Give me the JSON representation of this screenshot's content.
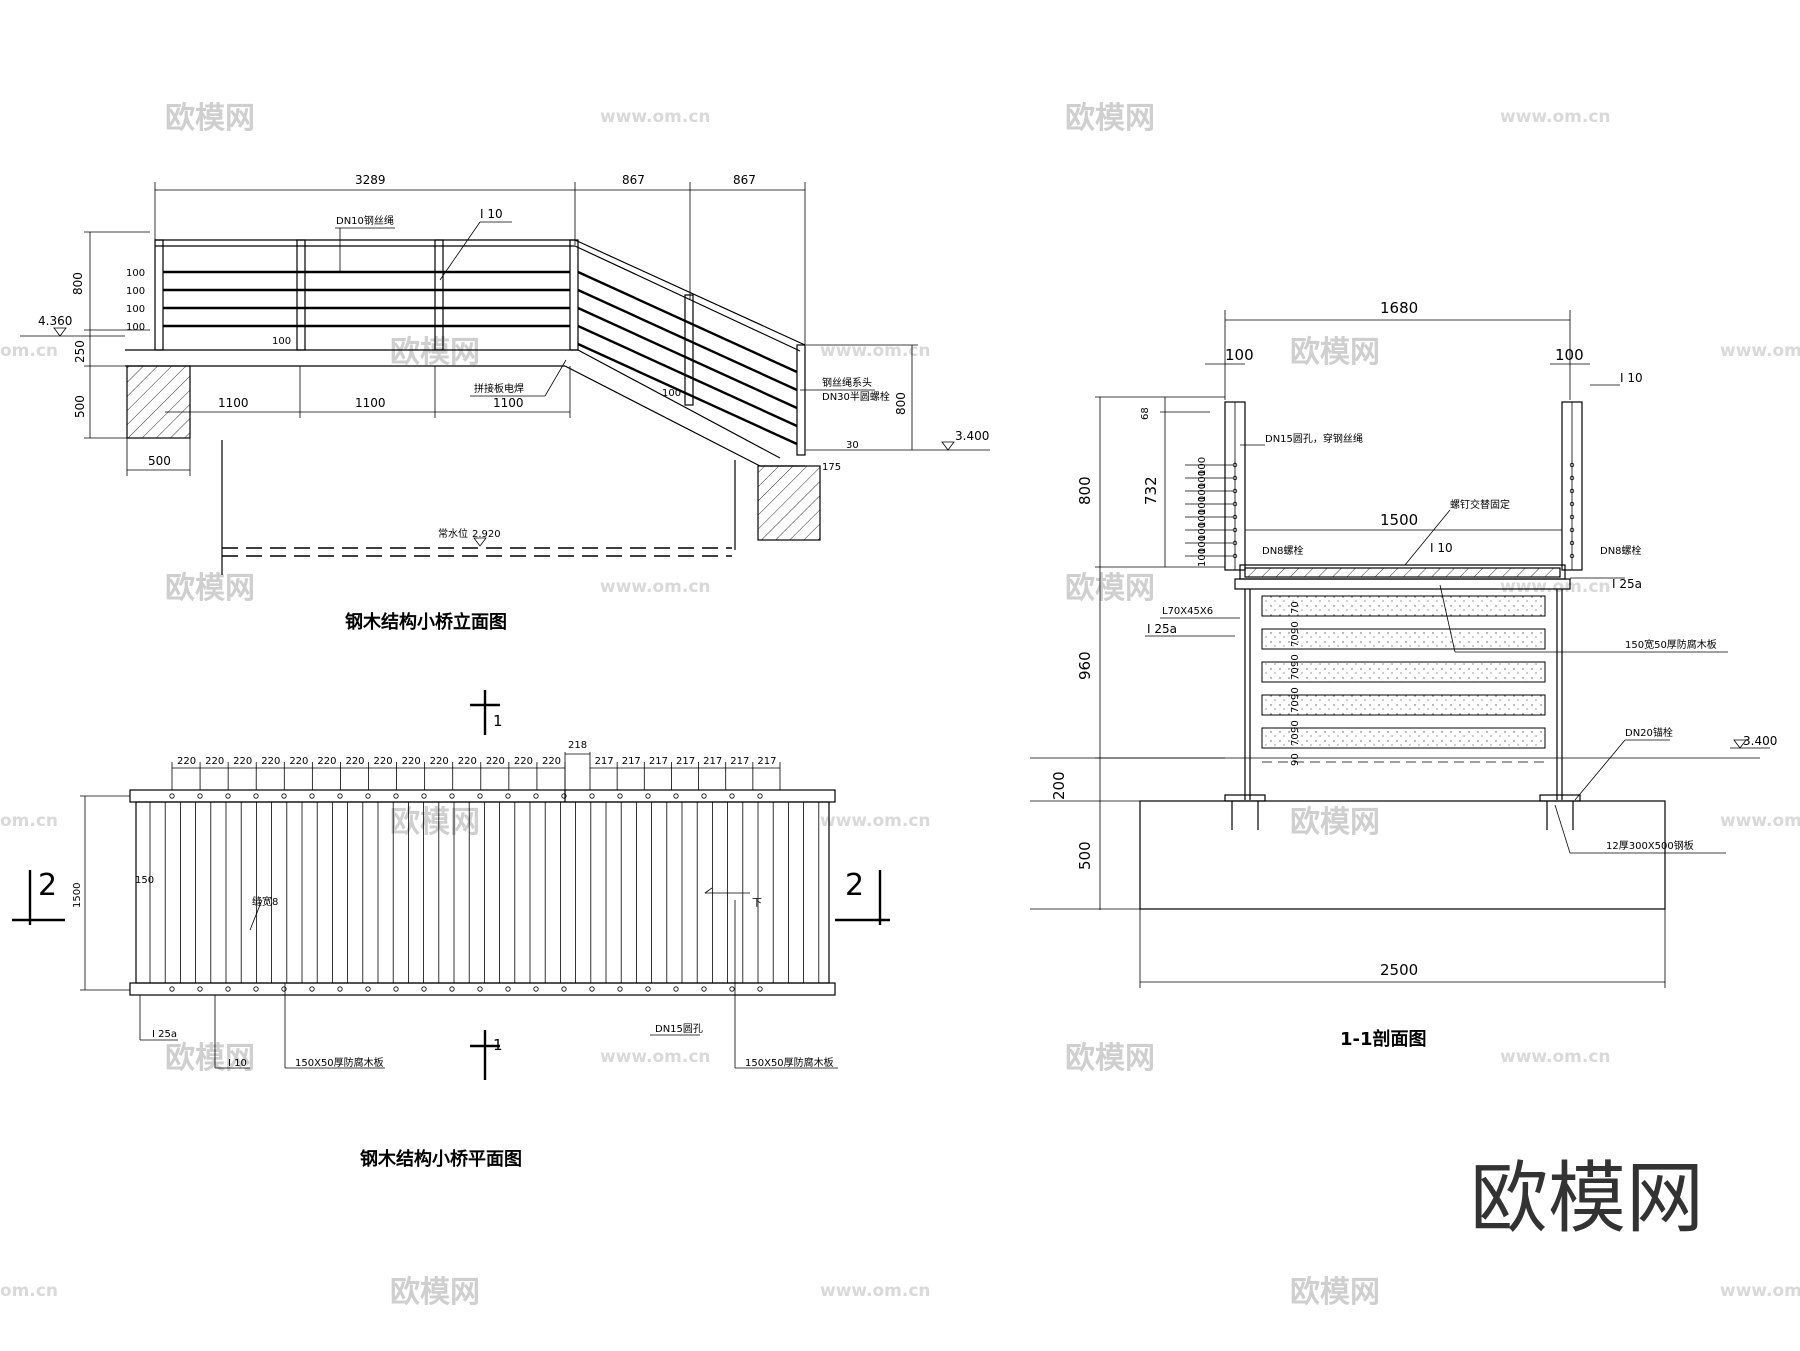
{
  "watermark": {
    "brand": "欧模网",
    "url": "www.om.cn",
    "url_short": "om.cn"
  },
  "logo": "欧模网",
  "elevation": {
    "title": "钢木结构小桥立面图",
    "dim_top": [
      "3289",
      "867",
      "867"
    ],
    "dim_left": [
      "800",
      "250",
      "500"
    ],
    "dim_bottom": [
      "1100",
      "1100",
      "1100"
    ],
    "dim_base": "500",
    "dim_right": "800",
    "rail_spacing": "100",
    "level_left": "4.360",
    "level_right": "3.400",
    "water_level_label": "常水位",
    "water_level": "2.920",
    "small_dims": [
      "100",
      "100",
      "30",
      "175"
    ],
    "labels": {
      "wire_rope": "DN10钢丝绳",
      "i10": "I 10",
      "weld": "拼接板电焊",
      "rope_tie": "钢丝绳系头",
      "bolt": "DN30半圆螺栓"
    }
  },
  "plan": {
    "title": "钢木结构小桥平面图",
    "section_marks": [
      "1",
      "1",
      "2",
      "2"
    ],
    "spacing_left": [
      "220",
      "220",
      "220",
      "220",
      "220",
      "220",
      "220",
      "220",
      "220",
      "220",
      "220",
      "220",
      "220",
      "220"
    ],
    "spacing_jump": "218",
    "spacing_right": [
      "217",
      "217",
      "217",
      "217",
      "217",
      "217",
      "217"
    ],
    "dim_width": "1500",
    "dim_edge": "150",
    "labels": {
      "seam": "缝宽8",
      "down": "下",
      "i25a": "I 25a",
      "i10": "I 10",
      "board1": "150X50厚防腐木板",
      "hole": "DN15圆孔",
      "board2": "150X50厚防腐木板"
    }
  },
  "section": {
    "title": "1-1剖面图",
    "dim_top": "1680",
    "dim_side": [
      "100",
      "100"
    ],
    "dim_inner": "1500",
    "dim_bottom": "2500",
    "dim_left": [
      "800",
      "68",
      "732",
      "960",
      "200",
      "500"
    ],
    "rail_spacing": [
      "100",
      "100",
      "100",
      "100",
      "100",
      "100",
      "100",
      "100"
    ],
    "board_gaps": [
      "70",
      "90",
      "70",
      "90",
      "70",
      "90",
      "70",
      "90",
      "70",
      "90"
    ],
    "level": "3.400",
    "labels": {
      "i10": "I 10",
      "hole": "DN15圆孔，穿钢丝绳",
      "nail": "螺钉交替固定",
      "i10b": "I 10",
      "bolt_l": "DN8螺栓",
      "bolt_r": "DN8螺栓",
      "angle": "L70X45X6",
      "i25a_l": "I 25a",
      "i25a_r": "I 25a",
      "board": "150宽50厚防腐木板",
      "anchor": "DN20锚栓",
      "plate": "12厚300X500钢板"
    }
  }
}
